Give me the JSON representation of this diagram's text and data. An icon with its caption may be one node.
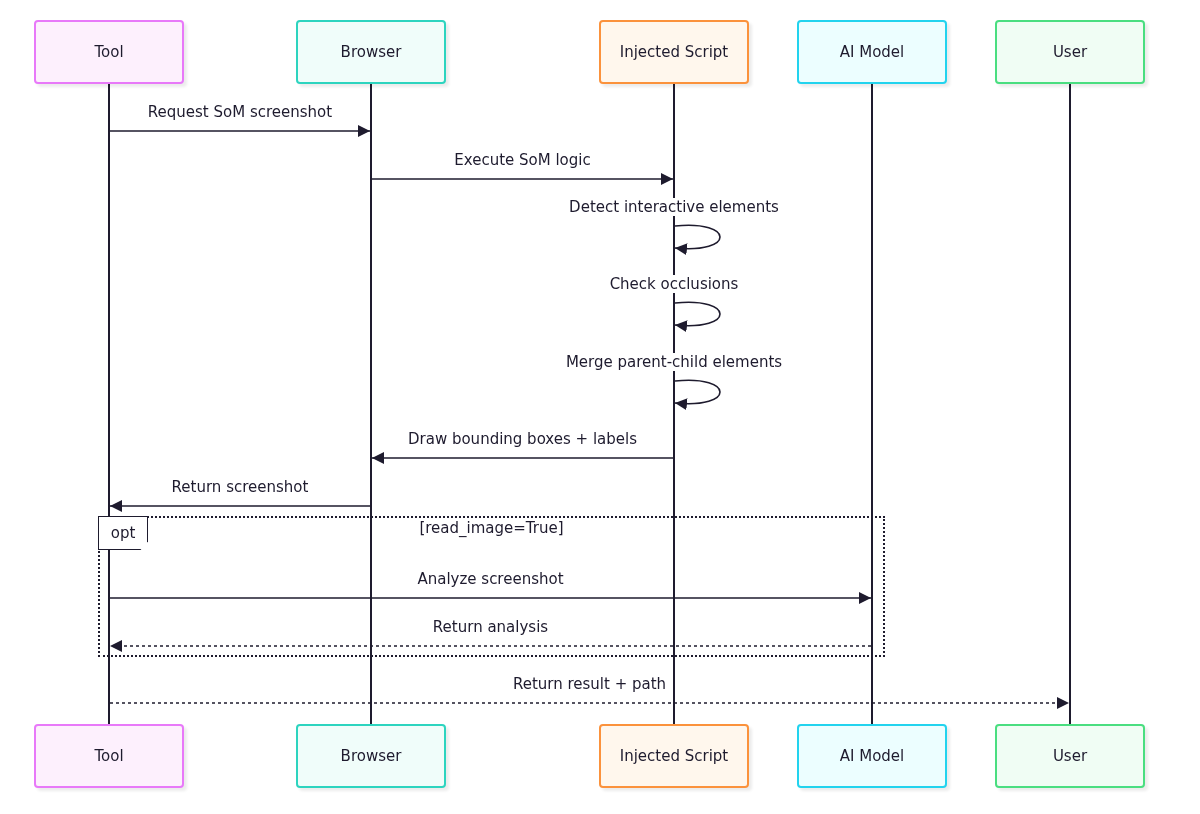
{
  "diagram": {
    "nodes": [
      {
        "text": [
          "Tool"
        ]
      },
      {
        "text": [
          "Browser"
        ]
      },
      {
        "text": [
          "Injected Script"
        ]
      },
      {
        "text": [
          "AI Model"
        ]
      },
      {
        "text": [
          "User"
        ]
      },
      {
        "text": [],
        "shape": "bar"
      },
      {
        "text": [],
        "shape": "bar"
      },
      {
        "text": [],
        "shape": "bar"
      },
      {
        "text": [],
        "shape": "bar"
      },
      {
        "text": [],
        "shape": "bar"
      },
      {
        "text": [
          "Tool"
        ]
      },
      {
        "text": [
          "Browser"
        ]
      },
      {
        "text": [
          "Injected Script"
        ]
      },
      {
        "text": [
          "AI Model"
        ]
      },
      {
        "text": [
          "User"
        ]
      },
      {
        "text": [
          "opt"
        ]
      }
    ],
    "labels": [
      "[read_image=True]"
    ],
    "edges": [
      {
        "from": 5,
        "to": 6,
        "arrow": "to",
        "label": "Request SoM screenshot"
      },
      {
        "from": 6,
        "to": 7,
        "arrow": "to",
        "label": "Execute SoM logic"
      },
      {
        "from": 7,
        "to": 7,
        "arrow": "to",
        "label": "Detect interactive elements"
      },
      {
        "from": 7,
        "to": 7,
        "arrow": "to",
        "label": "Check occlusions"
      },
      {
        "from": 7,
        "to": 7,
        "arrow": "to",
        "label": "Merge parent-child elements"
      },
      {
        "from": 7,
        "to": 6,
        "arrow": "to",
        "label": "Draw bounding boxes + labels"
      },
      {
        "from": 6,
        "to": 5,
        "arrow": "to",
        "label": "Return screenshot"
      },
      {
        "from": 5,
        "to": 8,
        "arrow": "to",
        "label": "Analyze screenshot"
      },
      {
        "from": 8,
        "to": 5,
        "arrow": "to",
        "label": "Return analysis",
        "style": "dashed"
      },
      {
        "from": 5,
        "to": 9,
        "arrow": "to",
        "label": "Return result + path",
        "style": "dashed"
      }
    ]
  }
}
